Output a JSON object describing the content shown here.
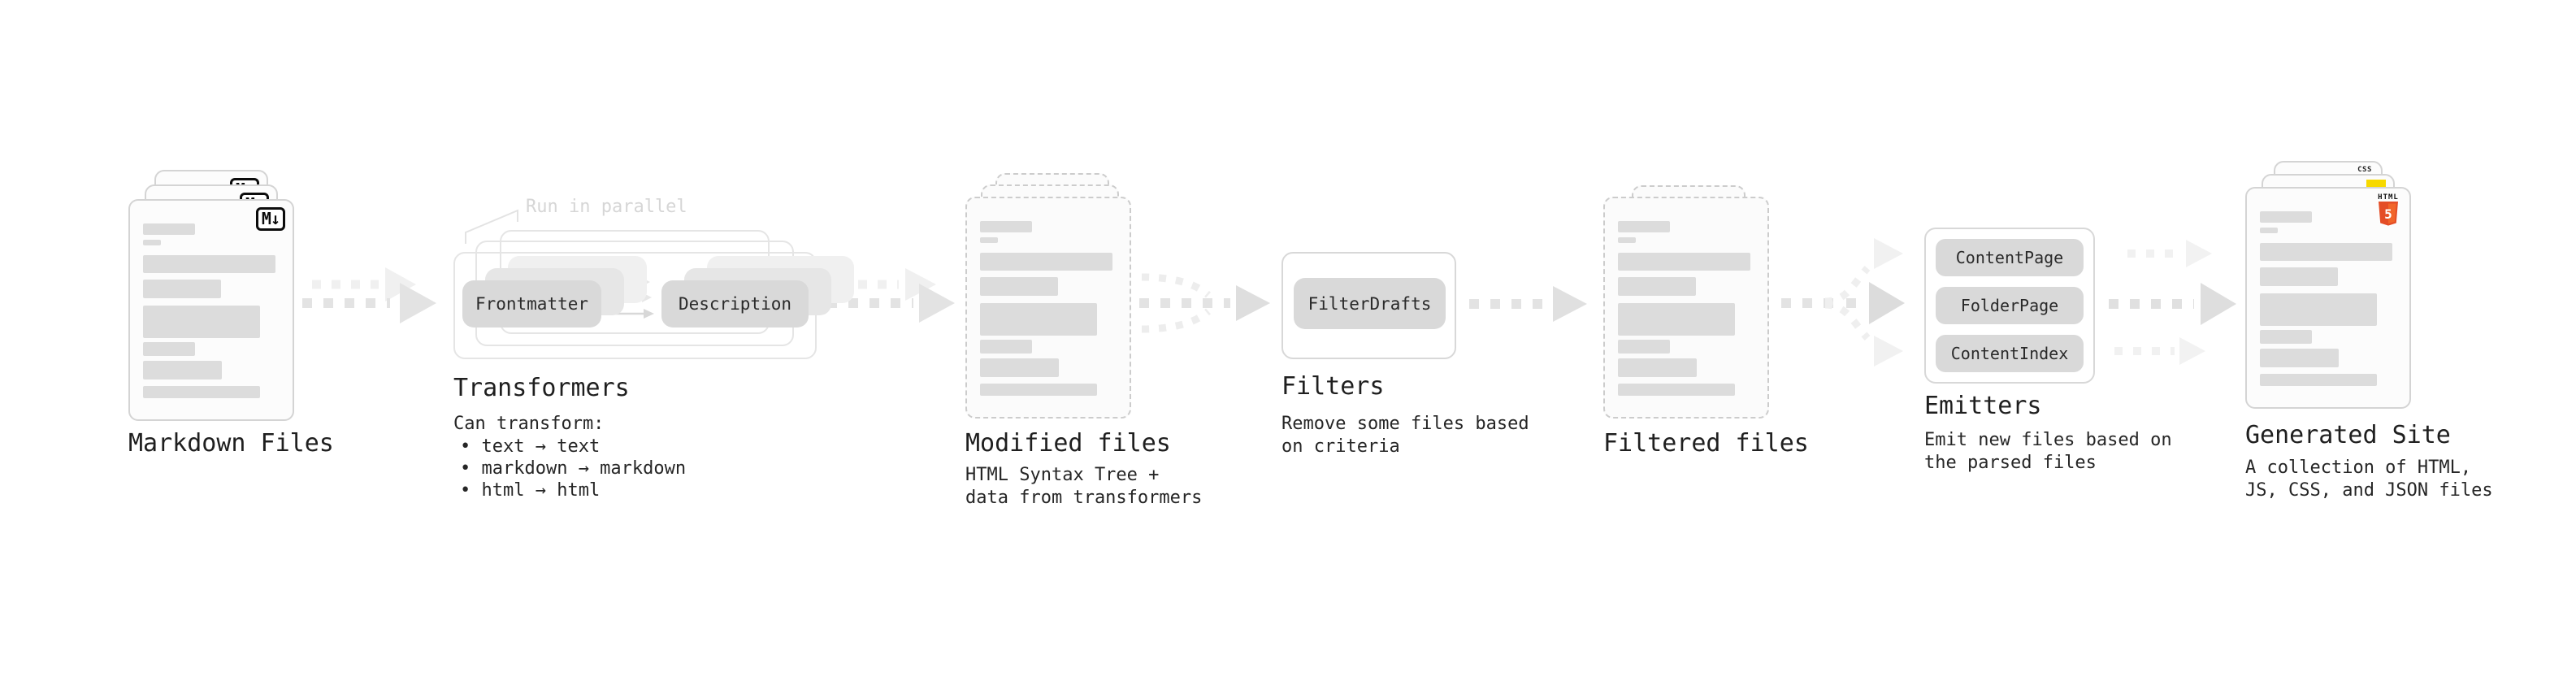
{
  "stage_markdown": {
    "label": "Markdown Files",
    "badge": "M↓"
  },
  "stage_transformers": {
    "callout": "Run in parallel",
    "pill_left": "Frontmatter",
    "pill_right": "Description",
    "heading": "Transformers",
    "subtitle": "Can transform:",
    "bullets": [
      "• text → text",
      "• markdown → markdown",
      "• html → html"
    ]
  },
  "stage_modified": {
    "heading": "Modified files",
    "desc_line1": "HTML Syntax Tree +",
    "desc_line2": "data from transformers"
  },
  "stage_filters": {
    "pill": "FilterDrafts",
    "heading": "Filters",
    "desc_line1": "Remove some files based",
    "desc_line2": "on criteria"
  },
  "stage_filtered": {
    "heading": "Filtered files"
  },
  "stage_emitters": {
    "pills": [
      "ContentPage",
      "FolderPage",
      "ContentIndex"
    ],
    "heading": "Emitters",
    "desc_line1": "Emit new files based on",
    "desc_line2": "the parsed files"
  },
  "stage_generated": {
    "heading": "Generated Site",
    "desc_line1": "A collection of HTML,",
    "desc_line2": "JS, CSS, and JSON files",
    "badge_html_label": "HTML",
    "badge_html_number": "5",
    "badge_css_label": "CSS"
  },
  "colors": {
    "bar": "#dcdcdc",
    "pill": "#d9d9d9",
    "arrow": "#e3e3e3",
    "arrow_light": "#f0f0f0",
    "html5_orange": "#e44d26",
    "html5_orange_light": "#f16529",
    "js_yellow": "#f7d900",
    "css_blue": "#2167d8",
    "heading_text": "#1f1f1f",
    "callout_text": "#d6d6d6"
  }
}
